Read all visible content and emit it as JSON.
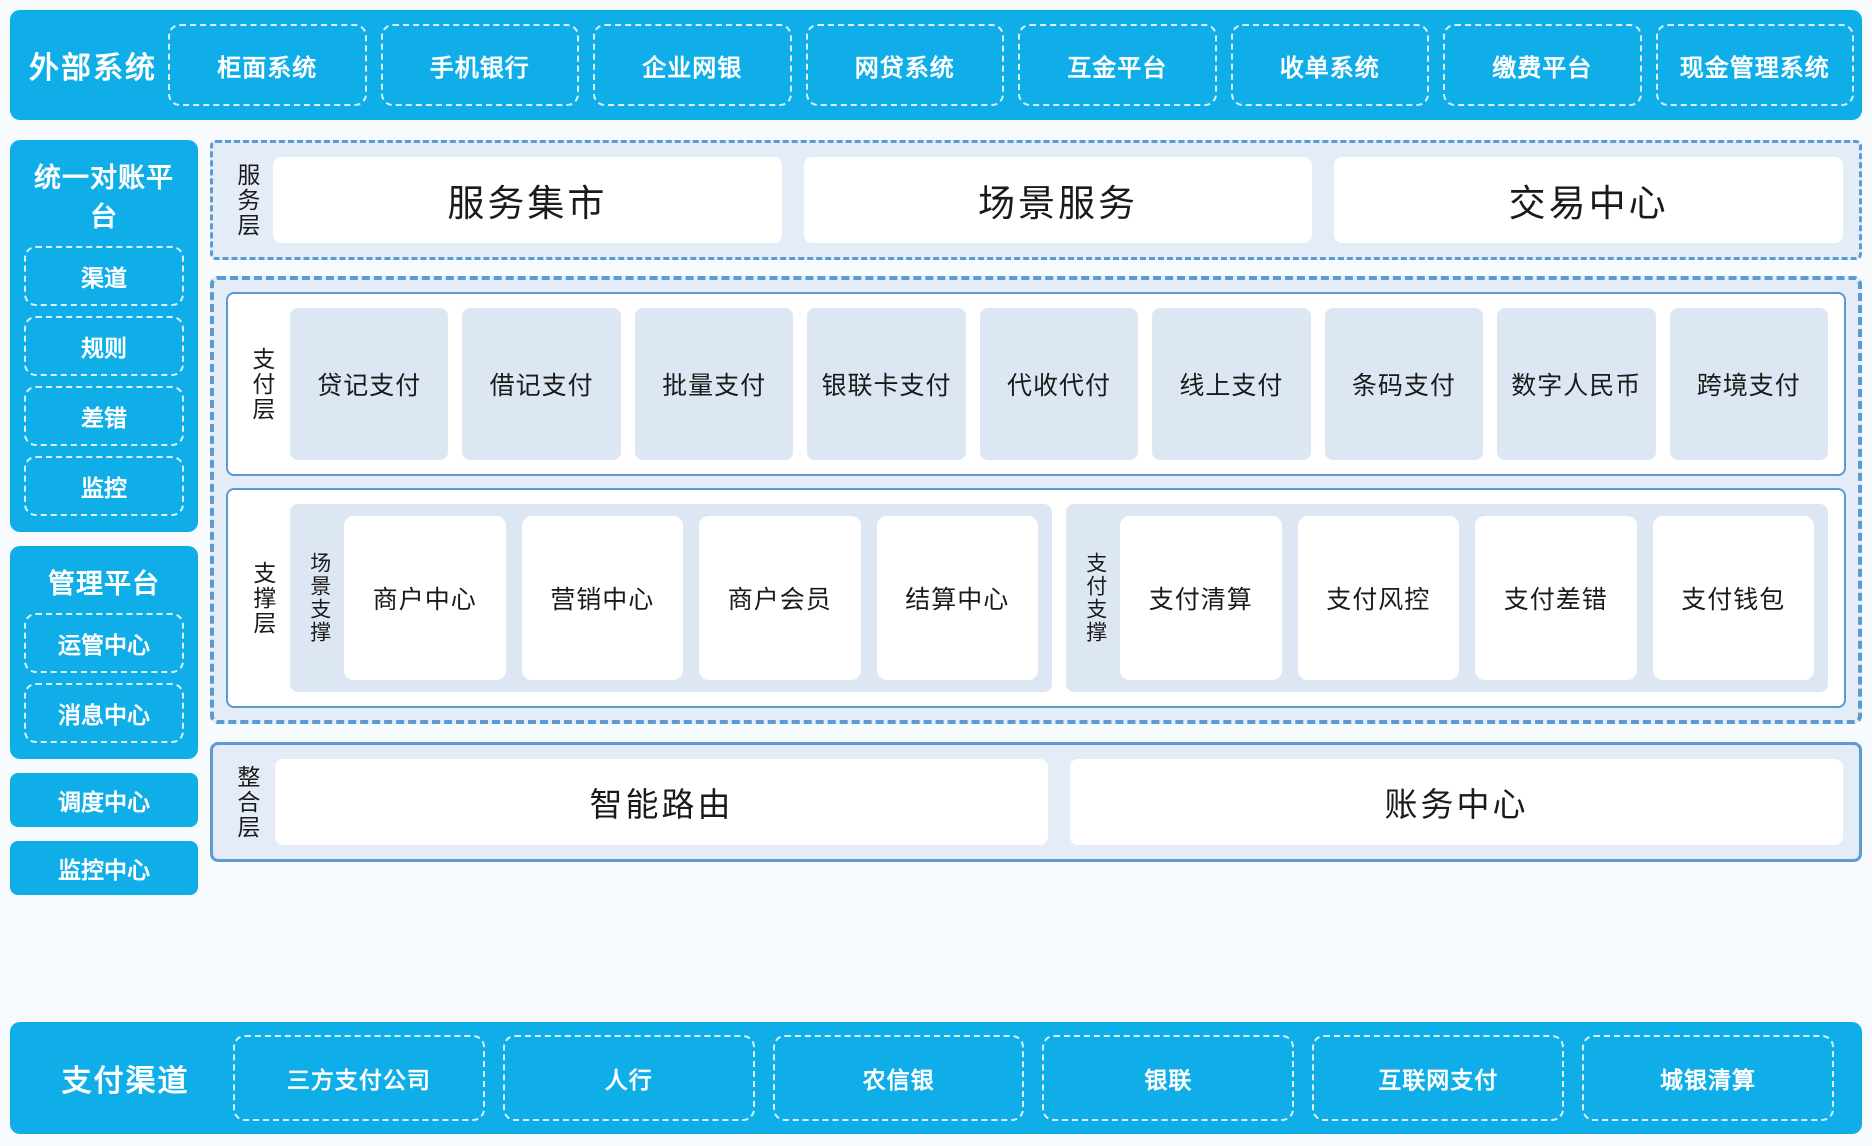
{
  "theme": {
    "brand_blue": "#0FAEE8",
    "panel_blue": "#5B9BD5",
    "panel_fill": "#E4EDF7",
    "tile_fill": "#DDE7F3",
    "page_bg": "#F7FBFD",
    "card_white": "#FFFFFF"
  },
  "external_systems": {
    "title": "外部系统",
    "items": [
      "柜面系统",
      "手机银行",
      "企业网银",
      "网贷系统",
      "互金平台",
      "收单系统",
      "缴费平台",
      "现金管理系统"
    ]
  },
  "sidebar": {
    "reconciliation": {
      "title": "统一对账平台",
      "items": [
        "渠道",
        "规则",
        "差错",
        "监控"
      ]
    },
    "management": {
      "title": "管理平台",
      "items": [
        "运管中心",
        "消息中心"
      ]
    },
    "standalone": [
      "调度中心",
      "监控中心"
    ]
  },
  "service_layer": {
    "label": "服务层",
    "items": [
      "服务集市",
      "场景服务",
      "交易中心"
    ]
  },
  "payment_layer": {
    "label": "支付层",
    "items": [
      "贷记支付",
      "借记支付",
      "批量支付",
      "银联卡支付",
      "代收代付",
      "线上支付",
      "条码支付",
      "数字人民币",
      "跨境支付"
    ]
  },
  "support_layer": {
    "label": "支撑层",
    "groups": [
      {
        "label": "场景支撑",
        "items": [
          "商户中心",
          "营销中心",
          "商户会员",
          "结算中心"
        ]
      },
      {
        "label": "支付支撑",
        "items": [
          "支付清算",
          "支付风控",
          "支付差错",
          "支付钱包"
        ]
      }
    ]
  },
  "integration_layer": {
    "label": "整合层",
    "items": [
      "智能路由",
      "账务中心"
    ]
  },
  "payment_channels": {
    "title": "支付渠道",
    "items": [
      "三方支付公司",
      "人行",
      "农信银",
      "银联",
      "互联网支付",
      "城银清算"
    ]
  }
}
